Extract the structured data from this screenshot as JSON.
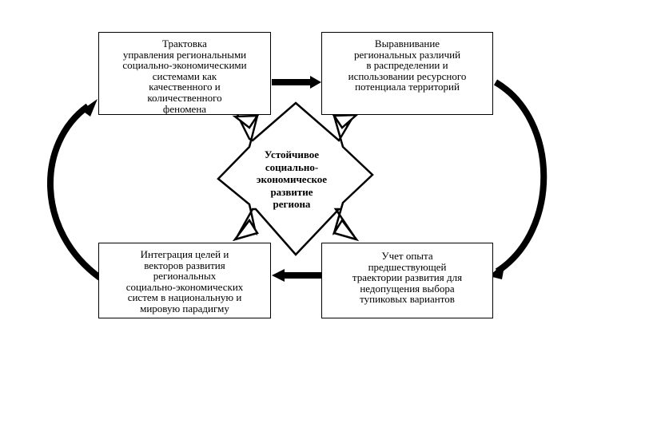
{
  "diagram": {
    "center": {
      "label": "Устойчивое\nсоциально-\nэкономическое\nразвитие\n    региона"
    },
    "boxes": [
      {
        "id": "top-left",
        "text": "Трактовка\nуправления региональными\nсоциально-экономическими\nсистемами как\nкачественного и\nколичественного\nфеномена"
      },
      {
        "id": "top-right",
        "text": "Выравнивание\nрегиональных различий\nв распределении и\nиспользовании ресурсного\nпотенциала территорий"
      },
      {
        "id": "bottom-right",
        "text": "Учет опыта\nпредшествующей\nтраектории развития для\nнедопущения выбора\nтупиковых вариантов"
      },
      {
        "id": "bottom-left",
        "text": "Интеграция целей и\nвекторов развития\nрегиональных\nсоциально-экономических\nсистем в национальную и\nмировую парадигму"
      }
    ]
  }
}
